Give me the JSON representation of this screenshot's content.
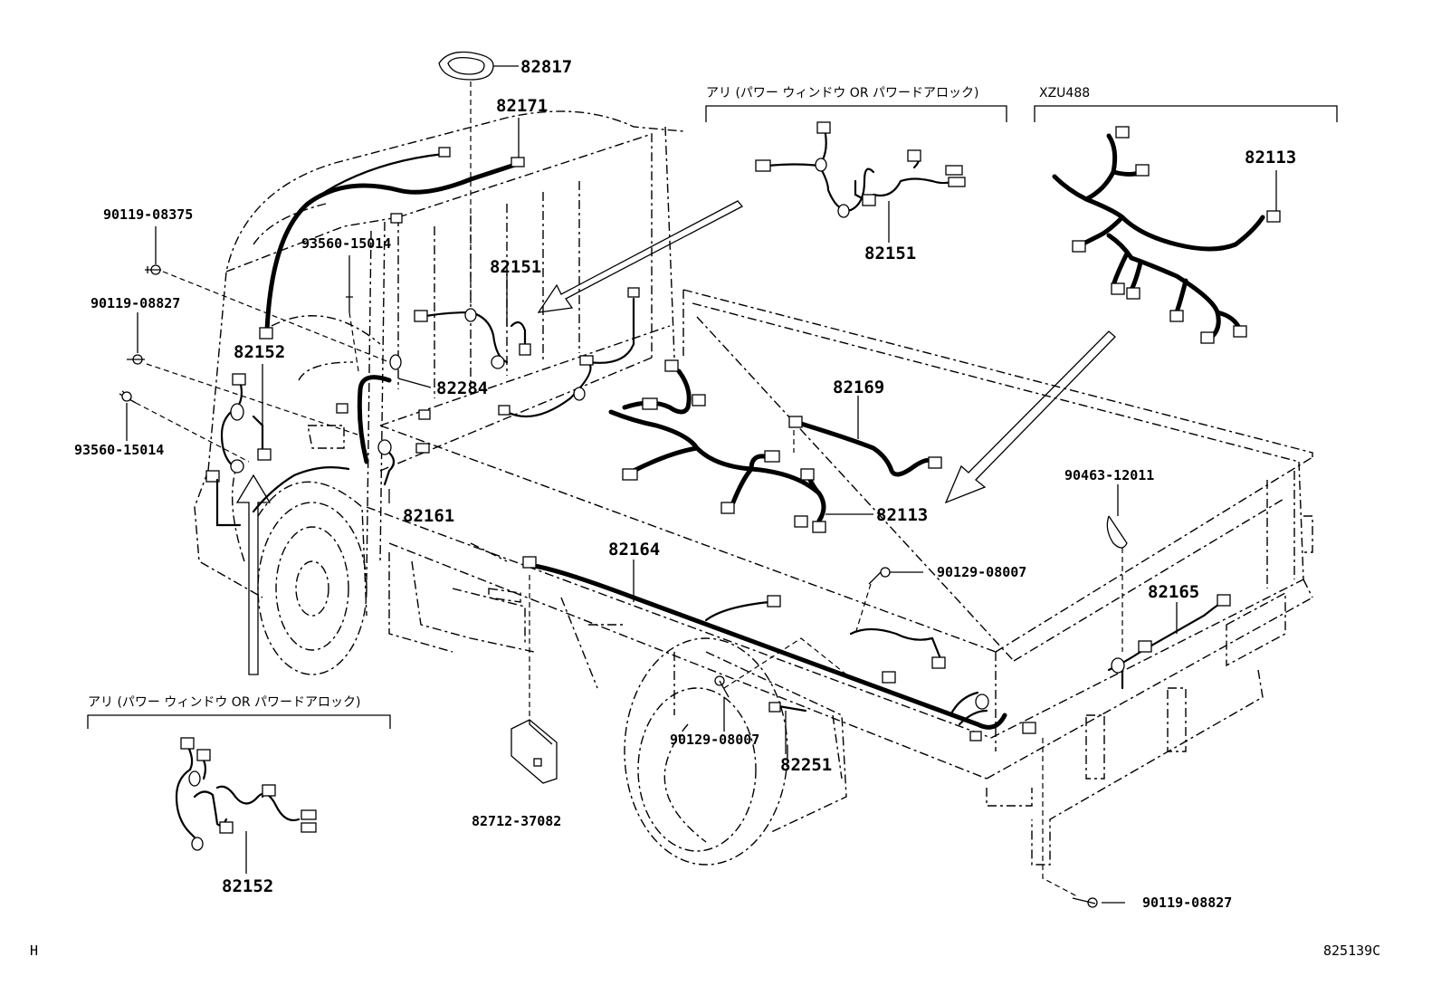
{
  "part_labels": {
    "p82817": "82817",
    "p82171": "82171",
    "p90119_08375": "90119-08375",
    "p93560_15014_top": "93560-15014",
    "p82151_main": "82151",
    "p90119_08827_left": "90119-08827",
    "p82152_main": "82152",
    "p82284": "82284",
    "p93560_15014_left": "93560-15014",
    "p82161": "82161",
    "p82169": "82169",
    "p82113_main": "82113",
    "p90463_12011": "90463-12011",
    "p82164": "82164",
    "p90129_08007_a": "90129-08007",
    "p82165": "82165",
    "p90129_08007_b": "90129-08007",
    "p82251": "82251",
    "p82712_37082": "82712-37082",
    "p82152_inset": "82152",
    "p90119_08827_bottom": "90119-08827",
    "p82151_inset": "82151",
    "p82113_inset": "82113"
  },
  "insets": {
    "top_middle_caption": "アリ (パワー ウィンドウ OR パワードアロック)",
    "top_right_caption": "XZU488",
    "bottom_left_caption": "アリ (パワー ウィンドウ OR パワードアロック)"
  },
  "footer": {
    "left_mark": "H",
    "diagram_code": "825139C"
  }
}
